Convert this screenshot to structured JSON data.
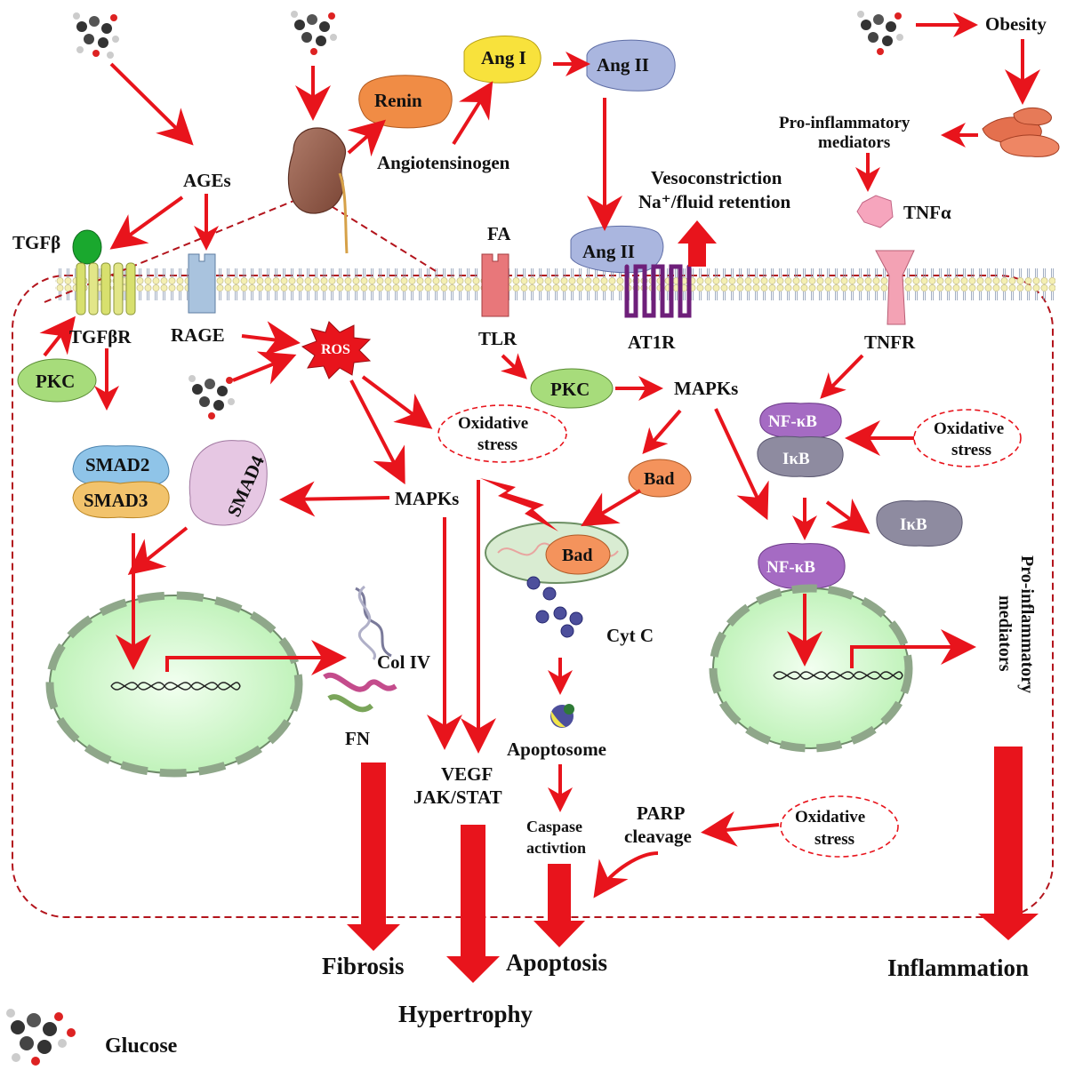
{
  "labels": {
    "obesity": "Obesity",
    "pro_inflammatory_top": "Pro-inflammatory",
    "mediators_top": "mediators",
    "tnfa": "TNFα",
    "ang1": "Ang I",
    "ang2_top": "Ang II",
    "ang2_receptor": "Ang II",
    "renin": "Renin",
    "angiotensinogen": "Angiotensinogen",
    "vasoconstriction_1": "Vesoconstriction",
    "vasoconstriction_2": "Na⁺/fluid retention",
    "ages": "AGEs",
    "tgfb": "TGFβ",
    "tgfbr": "TGFβR",
    "rage": "RAGE",
    "fa": "FA",
    "tlr": "TLR",
    "at1r": "AT1R",
    "tnfr": "TNFR",
    "ros": "ROS",
    "pkc_left": "PKC",
    "pkc_mid": "PKC",
    "mapks_right": "MAPKs",
    "mapks_left": "MAPKs",
    "oxidative_1_a": "Oxidative",
    "oxidative_1_b": "stress",
    "oxidative_2_a": "Oxidative",
    "oxidative_2_b": "stress",
    "oxidative_3_a": "Oxidative",
    "oxidative_3_b": "stress",
    "smad2": "SMAD2",
    "smad3": "SMAD3",
    "smad4": "SMAD4",
    "bad_cyto": "Bad",
    "bad_mito": "Bad",
    "nfkb_1": "NF-κB",
    "ikb_1": "IκB",
    "ikb_2": "IκB",
    "nfkb_2": "NF-κB",
    "cytc": "Cyt C",
    "apoptosome": "Apoptosome",
    "caspase_1": "Caspase",
    "caspase_2": "activtion",
    "parp_1": "PARP",
    "parp_2": "cleavage",
    "colIV": "Col IV",
    "fn": "FN",
    "vegf": "VEGF",
    "jakstat": "JAK/STAT",
    "pro_inflammatory_side_1": "Pro-inflammatory",
    "pro_inflammatory_side_2": "mediators",
    "fibrosis": "Fibrosis",
    "hypertrophy": "Hypertrophy",
    "apoptosis": "Apoptosis",
    "inflammation": "Inflammation",
    "glucose": "Glucose"
  },
  "colors": {
    "arrow": "#e8141c",
    "cell_border": "#b3141c",
    "membrane_head": "#f3eeb0",
    "nucleus": "#c9f7c4",
    "nucleus_border": "#6f8a6a",
    "tgfb": "#1aa82e",
    "rage": "#a9c3de",
    "tlr": "#e8777a",
    "at1r": "#6e1f7a",
    "tnfr": "#f3a2b4",
    "pkc": "#a7dc7b",
    "ang1": "#f8e23c",
    "ang2": "#aab6df",
    "renin": "#f08c45",
    "bad": "#f4935c",
    "nfkb": "#a56bc3",
    "ikb": "#8e8ba0",
    "smad2": "#8fc4e8",
    "smad3": "#f2c36c",
    "smad4": "#e6c7e3"
  }
}
